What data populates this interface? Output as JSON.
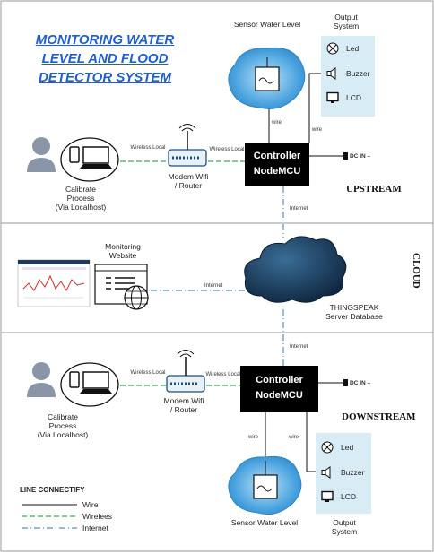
{
  "title": "MONITORING WATER LEVEL AND FLOOD DETECTOR SYSTEM",
  "upstream": {
    "section_label": "UPSTREAM",
    "sensor_label": "Sensor Water Level",
    "output_label": "Output System",
    "outputs": [
      "Led",
      "Buzzer",
      "LCD"
    ],
    "controller_line1": "Controller",
    "controller_line2": "NodeMCU",
    "modem_line1": "Modem Wifi",
    "modem_line2": "/ Router",
    "calibrate_line1": "Calibrate",
    "calibrate_line2": "Process",
    "calibrate_line3": "(Via Localhost)",
    "dc_in": "DC IN",
    "wire1": "wire",
    "wire2": "wire",
    "wireless1": "Wireless Local",
    "wireless2": "Wireless Local"
  },
  "cloud": {
    "section_label": "CLOUD",
    "website_line1": "Monitoring",
    "website_line2": "Website",
    "server_line1": "THINGSPEAK",
    "server_line2": "Server Database",
    "internet_up": "Internet",
    "internet_mid": "Internet",
    "internet_down": "Internet"
  },
  "downstream": {
    "section_label": "DOWNSTREAM",
    "sensor_label": "Sensor Water Level",
    "output_label": "Output System",
    "outputs": [
      "Led",
      "Buzzer",
      "LCD"
    ],
    "controller_line1": "Controller",
    "controller_line2": "NodeMCU",
    "modem_line1": "Modem Wifi",
    "modem_line2": "/ Router",
    "calibrate_line1": "Calibrate",
    "calibrate_line2": "Process",
    "calibrate_line3": "(Via Localhost)",
    "dc_in": "DC IN",
    "wire1": "wire",
    "wire2": "wire",
    "wireless1": "Wireless Local",
    "wireless2": "Wireless Local"
  },
  "legend": {
    "heading": "LINE CONNECTIFY",
    "items": [
      "Wire",
      "Wirelees",
      "Internet"
    ]
  },
  "colors": {
    "title": "#1f5fd0",
    "wireless_line": "#3aaa5c",
    "internet_line": "#5a8fb8",
    "output_box": "#d7ecf4",
    "sensor_blob": "#4aa3df"
  }
}
